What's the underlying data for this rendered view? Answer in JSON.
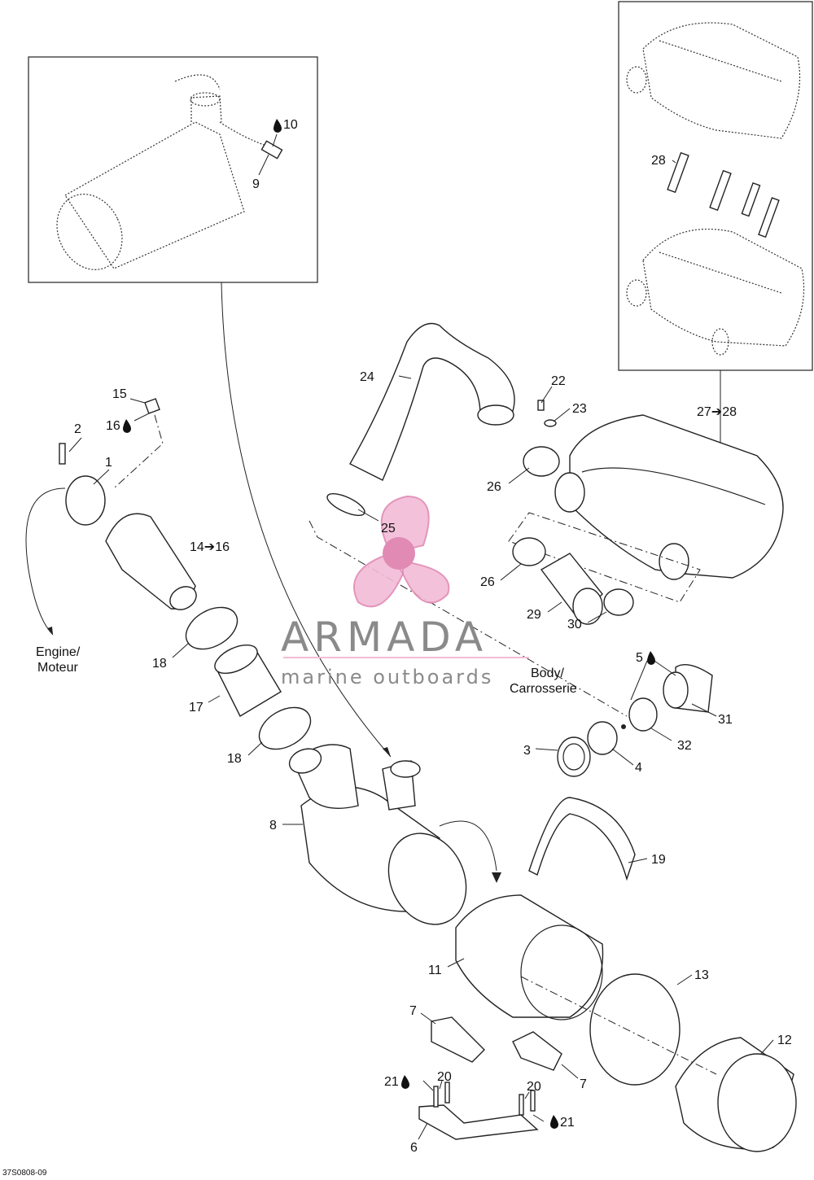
{
  "diagram": {
    "callouts": {
      "c1": "1",
      "c2": "2",
      "c3": "3",
      "c4": "4",
      "c5": "5",
      "c6": "6",
      "c7a": "7",
      "c7b": "7",
      "c8": "8",
      "c9": "9",
      "c10": "10",
      "c11": "11",
      "c12": "12",
      "c13": "13",
      "c14_16": "14➔16",
      "c15": "15",
      "c16": "16",
      "c17": "17",
      "c18a": "18",
      "c18b": "18",
      "c19": "19",
      "c20a": "20",
      "c20b": "20",
      "c21a": "21",
      "c21b": "21",
      "c22": "22",
      "c23": "23",
      "c24": "24",
      "c25": "25",
      "c26a": "26",
      "c26b": "26",
      "c27_28": "27➔28",
      "c28": "28",
      "c29": "29",
      "c30": "30",
      "c31": "31",
      "c32": "32"
    },
    "engine_label_line1": "Engine/",
    "engine_label_line2": "Moteur",
    "body_label_line1": "Body/",
    "body_label_line2": "Carrosserie",
    "figure_code": "37S0808-09",
    "watermark": {
      "brand": "ARMADA",
      "tagline": "marine outboards"
    },
    "lubricant_icon": "drop-icon"
  }
}
